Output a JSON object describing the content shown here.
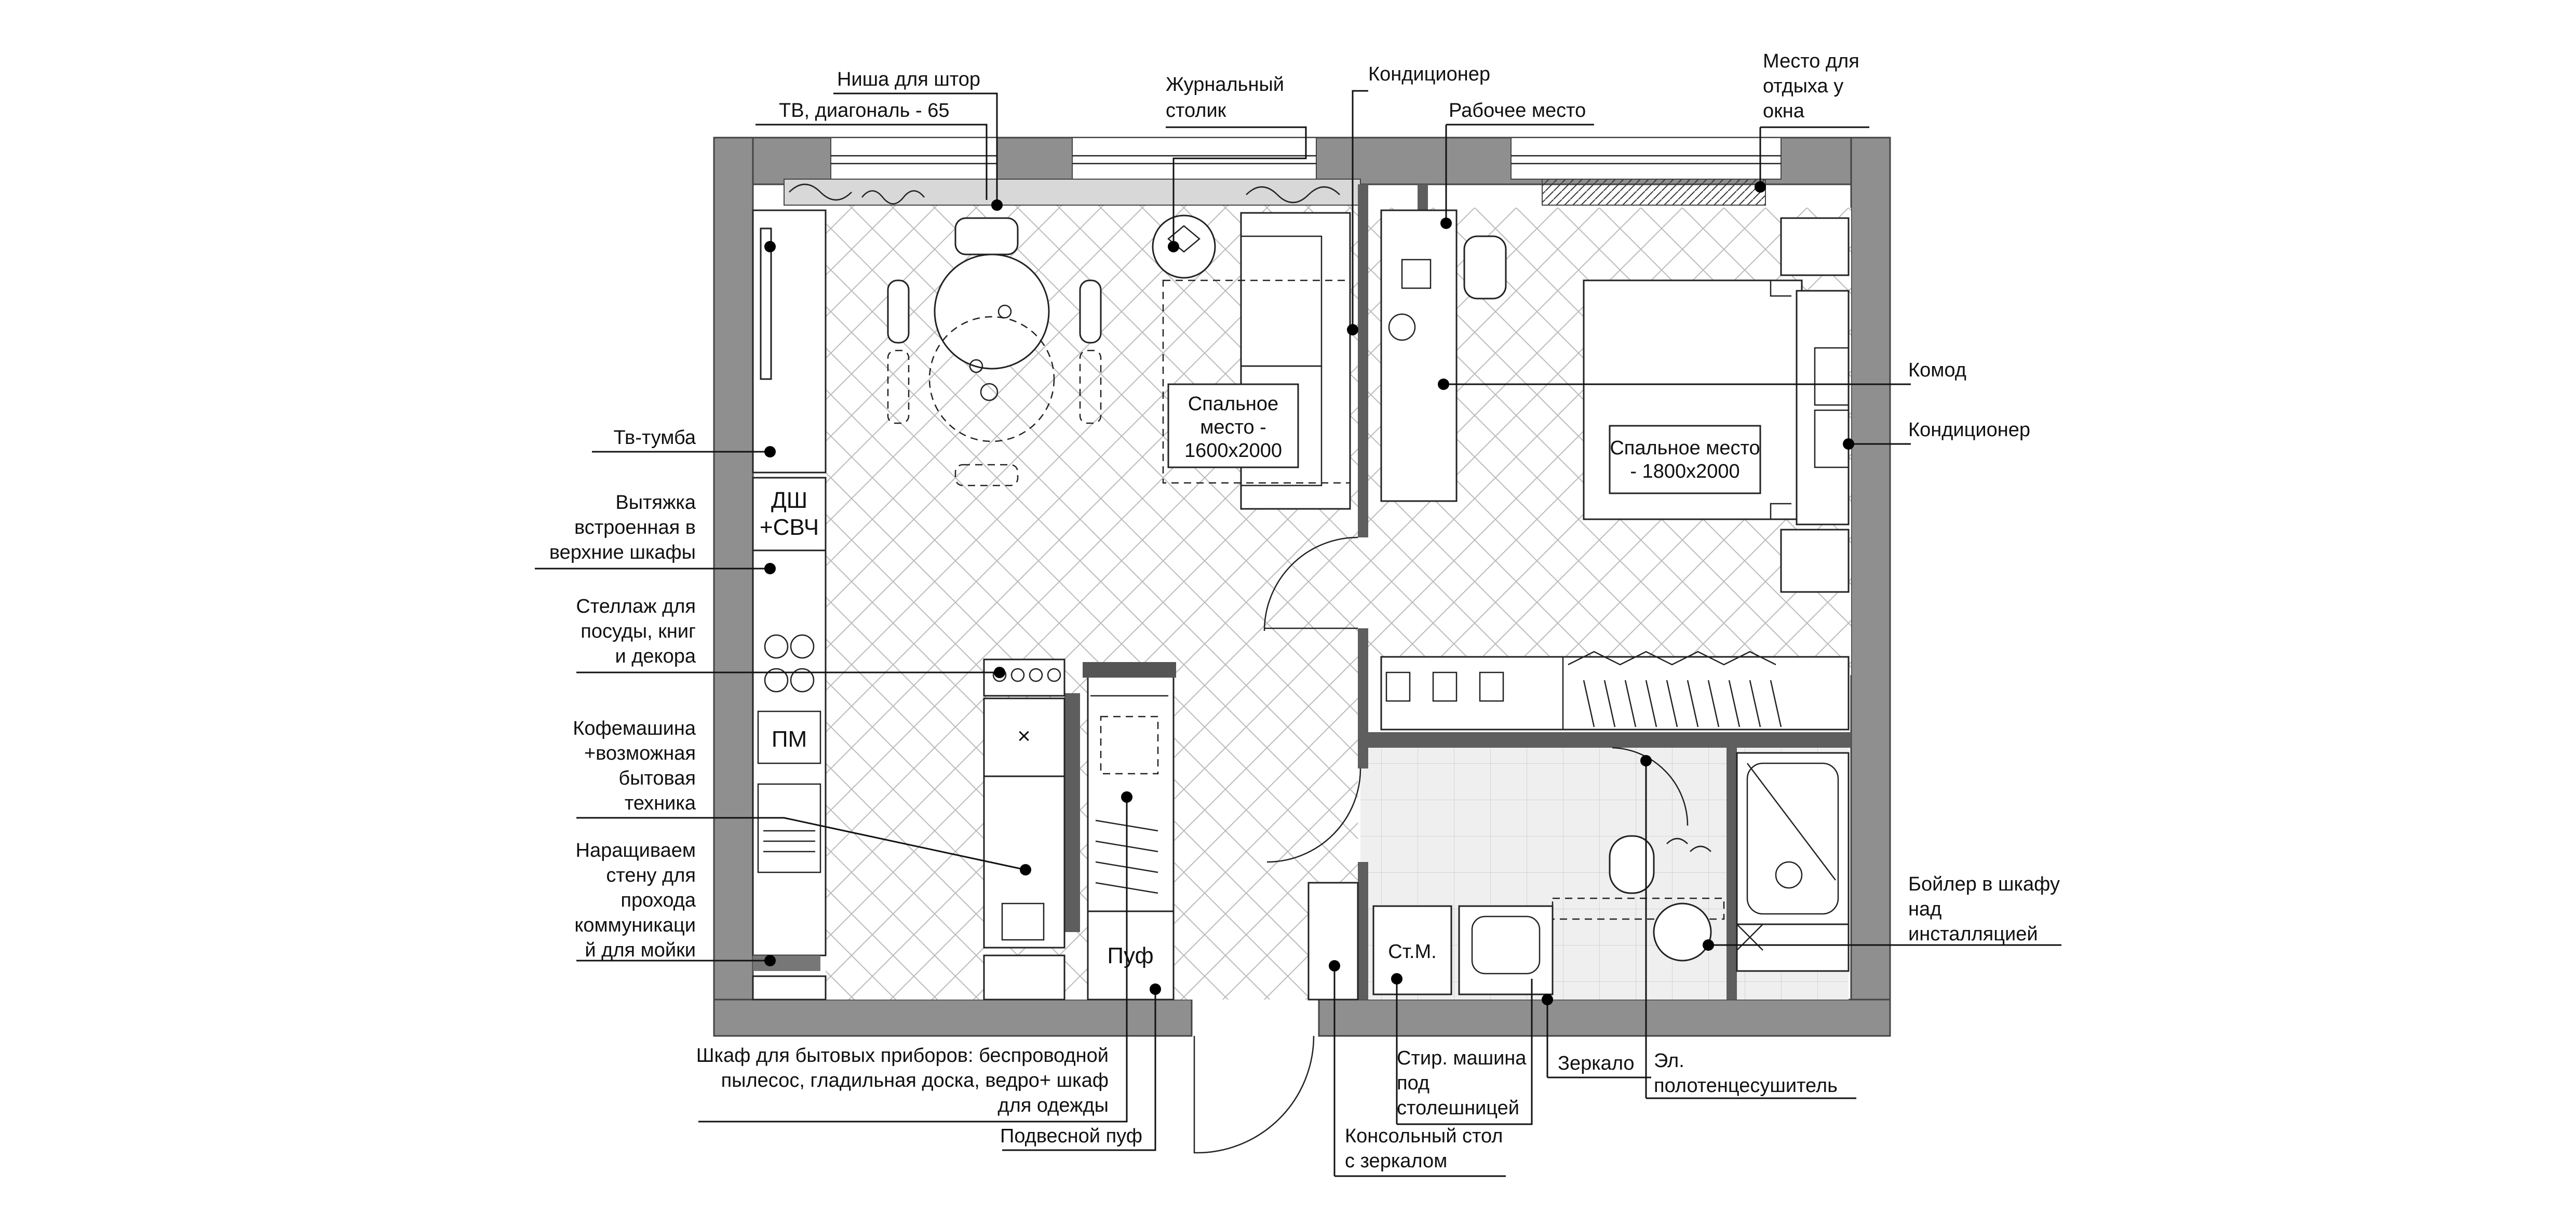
{
  "labels": {
    "curtain_niche": "Ниша для штор",
    "tv": "ТВ, диагональ - 65",
    "coffee_table": [
      "Журнальный",
      "столик"
    ],
    "ac_top": "Кондиционер",
    "workplace": "Рабочее место",
    "window_rest": [
      "Место для",
      "отдыха у",
      "окна"
    ],
    "dresser": "Комод",
    "ac_right": "Кондиционер",
    "tv_stand": "Тв-тумба",
    "hood": [
      "Вытяжка",
      "встроенная в",
      "верхние шкафы"
    ],
    "shelving": [
      "Стеллаж для",
      "посуды, книг",
      "и декора"
    ],
    "coffee_machine": [
      "Кофемашина",
      "+возможная",
      "бытовая",
      "техника"
    ],
    "wall_extend": [
      "Наращиваем",
      "стену для",
      "прохода",
      "коммуникаци",
      "й для мойки"
    ],
    "boiler": [
      "Бойлер в шкафу",
      "над",
      "инсталляцией"
    ],
    "appliance_cabinet": [
      "Шкаф для бытовых приборов: беспроводной",
      "пылесос, гладильная доска, ведро+ шкаф",
      "для одежды"
    ],
    "hanging_pouf": "Подвесной пуф",
    "console_table": [
      "Консольный стол",
      "с зеркалом"
    ],
    "washing_machine": [
      "Стир. машина",
      "под",
      "столешницей"
    ],
    "mirror": "Зеркало",
    "towel_dryer": [
      "Эл.",
      "полотенцесушитель"
    ]
  },
  "boxes": {
    "sofa_bed": [
      "Спальное",
      "место -",
      "1600х2000"
    ],
    "bed": [
      "Спальное место",
      "- 1800х2000"
    ],
    "dishwasher": [
      "ДШ",
      "+СВЧ"
    ],
    "pm": "ПМ",
    "pouf": "Пуф",
    "washer": "Ст.М."
  }
}
